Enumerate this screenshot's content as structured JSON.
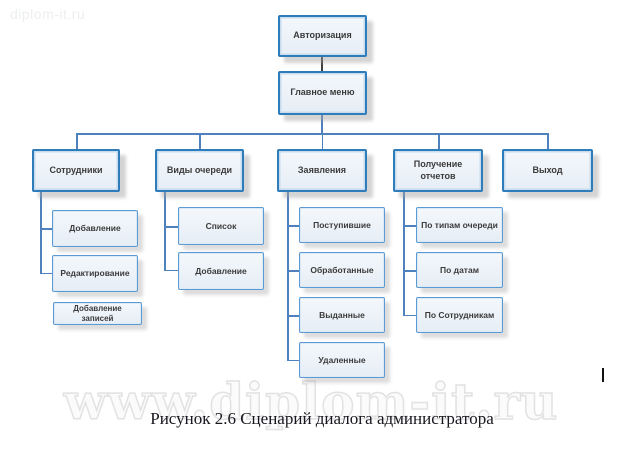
{
  "page": {
    "watermark_top": "diplom-it.ru",
    "watermark_bottom": "www.diplom-it.ru",
    "caption": "Рисунок 2.6 Сценарий диалога администратора"
  },
  "colors": {
    "node_border_primary": "#2f7cba",
    "node_border_child": "#5b9bd5",
    "node_fill_top": "#f4f8fc",
    "node_fill_bottom": "#e6edf5",
    "connector_blue": "#4f81bd",
    "connector_dark": "#3f3f3f",
    "node_text": "#3b3b3b",
    "shadow": "#a0a0a0",
    "caption_text": "#17171f"
  },
  "diagram": {
    "type": "org-tree",
    "nodes": {
      "auth": {
        "label": "Авторизация"
      },
      "main_menu": {
        "label": "Главное меню"
      },
      "employees": {
        "label": "Сотрудники"
      },
      "queue_types": {
        "label": "Виды очереди"
      },
      "applications": {
        "label": "Заявления"
      },
      "reports": {
        "label": "Получение отчетов"
      },
      "exit": {
        "label": "Выход"
      },
      "emp_add": {
        "label": "Добавление"
      },
      "emp_edit": {
        "label": "Редактирование"
      },
      "emp_add_records": {
        "label": "Добавление\nзаписей",
        "no_connector_drawn": true
      },
      "qt_list": {
        "label": "Список"
      },
      "qt_add": {
        "label": "Добавление"
      },
      "app_received": {
        "label": "Поступившие"
      },
      "app_processed": {
        "label": "Обработанные"
      },
      "app_issued": {
        "label": "Выданные"
      },
      "app_deleted": {
        "label": "Удаленные"
      },
      "rep_by_queue_type": {
        "label": "По типам очереди"
      },
      "rep_by_date": {
        "label": "По датам"
      },
      "rep_by_employee": {
        "label": "По Сотрудникам"
      }
    },
    "edges": [
      [
        "auth",
        "main_menu"
      ],
      [
        "main_menu",
        "employees"
      ],
      [
        "main_menu",
        "queue_types"
      ],
      [
        "main_menu",
        "applications"
      ],
      [
        "main_menu",
        "reports"
      ],
      [
        "main_menu",
        "exit"
      ],
      [
        "employees",
        "emp_add"
      ],
      [
        "employees",
        "emp_edit"
      ],
      [
        "employees",
        "emp_add_records"
      ],
      [
        "queue_types",
        "qt_list"
      ],
      [
        "queue_types",
        "qt_add"
      ],
      [
        "applications",
        "app_received"
      ],
      [
        "applications",
        "app_processed"
      ],
      [
        "applications",
        "app_issued"
      ],
      [
        "applications",
        "app_deleted"
      ],
      [
        "reports",
        "rep_by_queue_type"
      ],
      [
        "reports",
        "rep_by_date"
      ],
      [
        "reports",
        "rep_by_employee"
      ]
    ]
  }
}
